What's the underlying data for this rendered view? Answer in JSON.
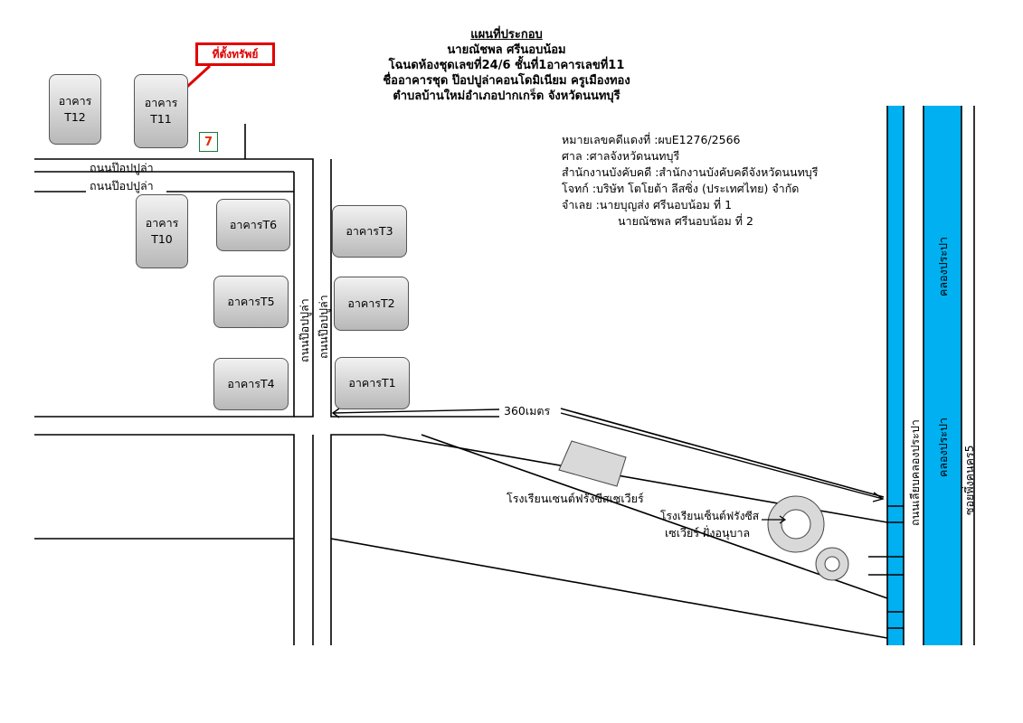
{
  "title": {
    "main": "แผนที่ประกอบ",
    "line1": "นายณัชพล ศรีนอบน้อม",
    "line2": "โฉนดห้องชุดเลขที่24/6 ชั้นที่1อาคารเลขที่11",
    "line3": "ชื่ออาคารชุด ป๊อปปูล่าคอนโดมิเนียม ครูเมืองทอง",
    "line4": "ตำบลบ้านใหม่อำเภอปากเกร็ด จังหวัดนนทบุรี"
  },
  "case_info": [
    "หมายเลขคดีแดงที่ :ผบE1276/2566",
    "ศาล :ศาลจังหวัดนนทบุรี",
    "สำนักงานบังคับคดี :สำนักงานบังคับคดีจังหวัดนนทบุรี",
    "โจทก์ :บริษัท โตโยต้า ลีสซิ่ง (ประเทศไทย) จำกัด",
    "จำเลย :นายบุญส่ง ศรีนอบน้อม ที่ 1",
    "นายณัชพล ศรีนอบน้อม ที่ 2"
  ],
  "callout": "ที่ตั้งทรัพย์",
  "store_logo": "7",
  "buildings": {
    "t12": "อาคาร\nT12",
    "t11": "อาคาร\nT11",
    "t10": "อาคาร\nT10",
    "t6": "อาคารT6",
    "t5": "อาคารT5",
    "t4": "อาคารT4",
    "t3": "อาคารT3",
    "t2": "อาคารT2",
    "t1": "อาคารT1"
  },
  "roads": {
    "popular_h1": "ถนนป๊อปปูล่า",
    "popular_h2": "ถนนป๊อปปูล่า",
    "popular_v1": "ถนนป๊อปปูล่า",
    "popular_v2": "ถนนป๊อปปูล่า",
    "canal_side_road": "ถนนเลียบคลองประปา",
    "soi": "ซอยพึ่งคนคร5"
  },
  "canal_labels": {
    "upper": "คลองประปา",
    "lower": "คลองประปา"
  },
  "distance": "360เมตร",
  "school_main": "โรงเรียนเซนต์ฟรังซีสเซเวียร์",
  "school_kindergarten": {
    "line1": "โรงเรียนเซ็นต์ฟรังซีส",
    "line2": "เซเวียร์ ฝั่งอนุบาล"
  },
  "colors": {
    "canal": "#00b0f0",
    "callout": "#e00000",
    "road_line": "#000000"
  }
}
